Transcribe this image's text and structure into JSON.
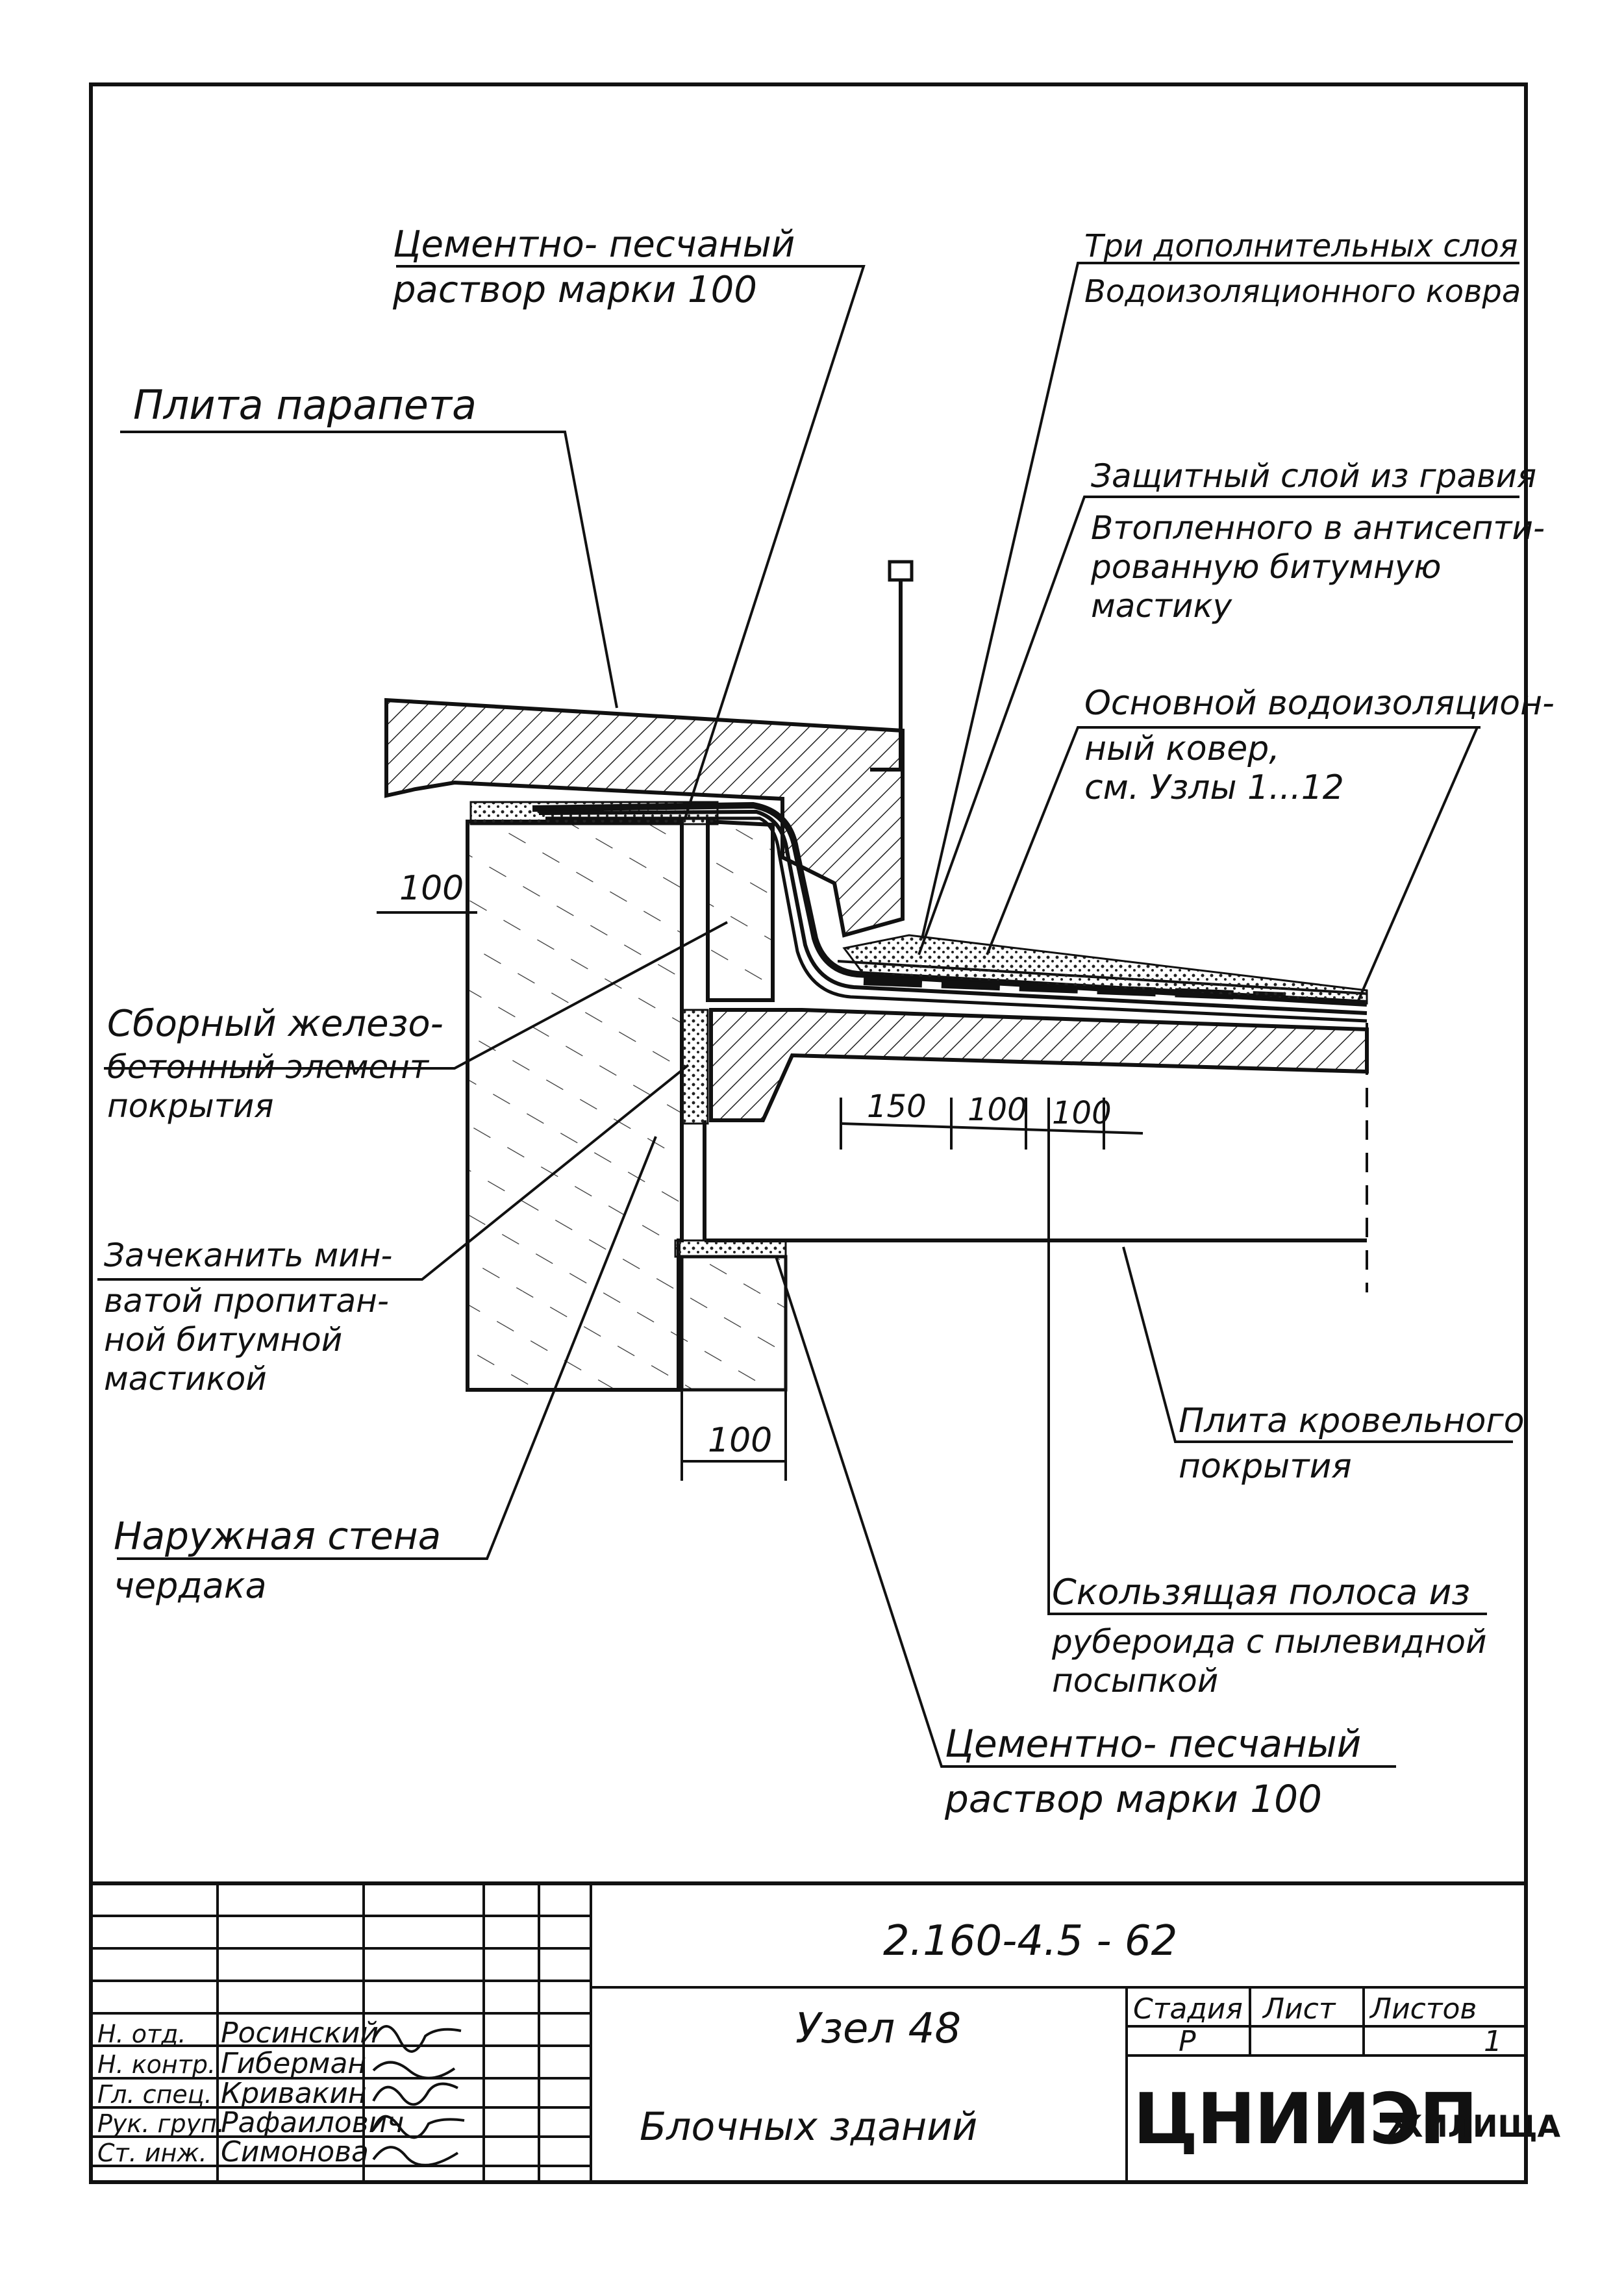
{
  "drawing": {
    "labels": {
      "cement_mortar_top_1": "Цементно- песчаный",
      "cement_mortar_top_2": "раствор марки 100",
      "three_layers_1": "Три дополнительных слоя",
      "three_layers_2": "Водоизоляционного ковра",
      "parapet_slab": "Плита парапета",
      "gravel_layer_1": "Защитный слой из гравия",
      "gravel_layer_2": "Втопленного в антисепти-",
      "gravel_layer_3": "рованную битумную",
      "gravel_layer_4": "мастику",
      "main_carpet_1": "Основной водоизоляцион-",
      "main_carpet_2": "ный ковер,",
      "main_carpet_3": "см. Узлы 1...12",
      "precast_element_1": "Сборный железо-",
      "precast_element_2": "бетонный элемент",
      "precast_element_3": "покрытия",
      "caulk_1": "Зачеканить мин-",
      "caulk_2": "ватой пропитан-",
      "caulk_3": "ной битумной",
      "caulk_4": "мастикой",
      "outer_wall_1": "Наружная стена",
      "outer_wall_2": "чердака",
      "roof_slab_1": "Плита кровельного",
      "roof_slab_2": "покрытия",
      "sliding_strip_1": "Скользящая полоса из",
      "sliding_strip_2": "рубероида с пылевидной",
      "sliding_strip_3": "посыпкой",
      "cement_mortar_bottom_1": "Цементно- песчаный",
      "cement_mortar_bottom_2": "раствор марки 100"
    },
    "dimensions": {
      "wall_offset": "100",
      "d150": "150",
      "d100a": "100",
      "d100b": "100",
      "bearing": "100"
    }
  },
  "title_block": {
    "document_code": "2.160-4.5 - 62",
    "node_title": "Узел 48",
    "subtitle": "Блочных зданий",
    "stage_header": "Стадия",
    "sheet_header": "Лист",
    "sheets_header": "Листов",
    "stage_value": "Р",
    "sheets_value": "1",
    "organization_logo": "ЦНИИЭП",
    "organization_suffix": "ЖИЛИЩА",
    "signatures": [
      {
        "role": "Н. отд.",
        "name": "Росинский"
      },
      {
        "role": "Н. контр.",
        "name": "Гиберман"
      },
      {
        "role": "Гл. спец.",
        "name": "Кривакин"
      },
      {
        "role": "Рук. груп.",
        "name": "Рафаилович"
      },
      {
        "role": "Ст. инж.",
        "name": "Симонова"
      }
    ]
  }
}
